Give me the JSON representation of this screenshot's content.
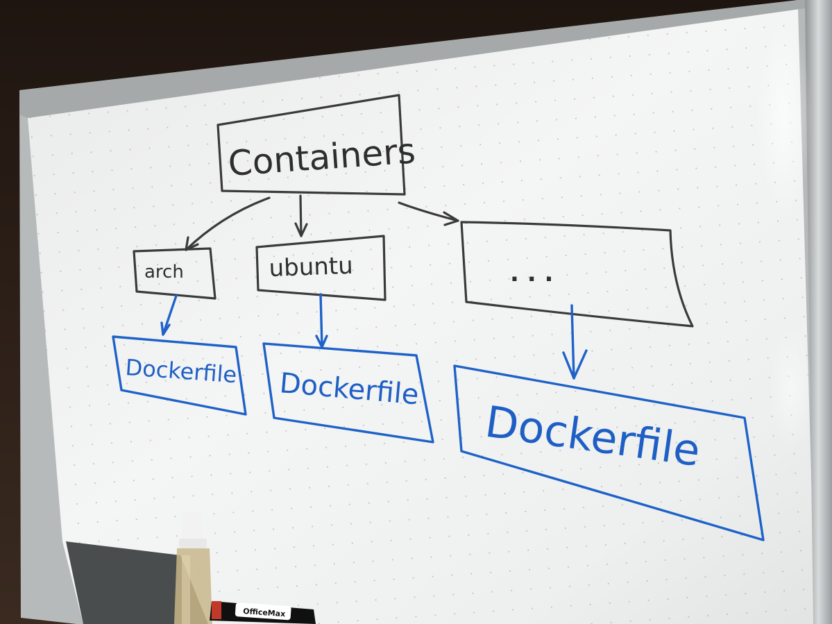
{
  "photo": {
    "root_label": "Containers",
    "children": [
      {
        "label": "arch",
        "file_label": "Dockerfile"
      },
      {
        "label": "ubuntu",
        "file_label": "Dockerfile"
      },
      {
        "label": ". . .",
        "file_label": "Dockerfile"
      }
    ],
    "marker_brand": "OfficeMax"
  },
  "colors": {
    "ink_black": "#3a3a3a",
    "ink_blue": "#1e62c8",
    "board": "#f3f4f4",
    "frame": "#b9bcbd",
    "wall": "#2a1d16"
  }
}
